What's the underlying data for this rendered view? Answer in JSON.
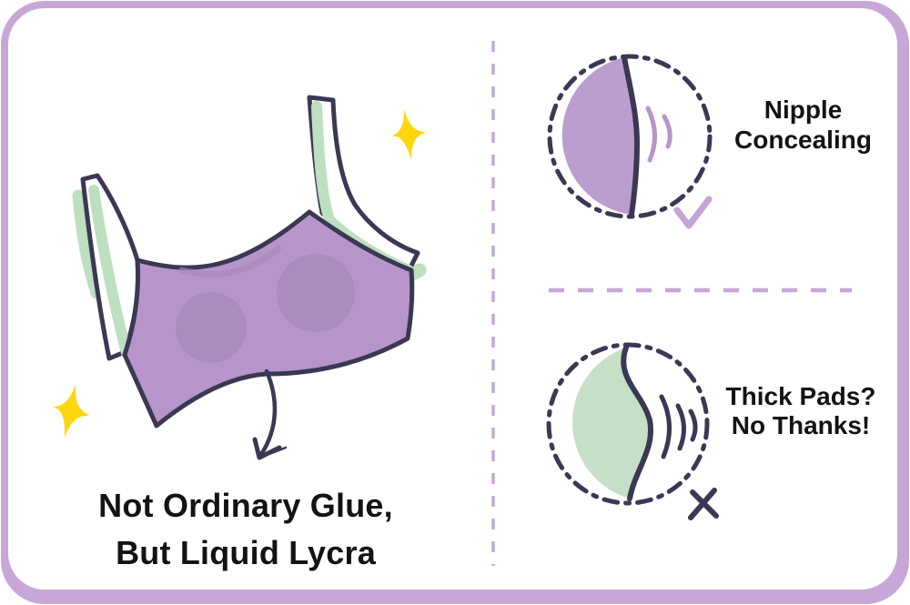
{
  "frame": {
    "border_color": "#c8a7d8",
    "background": "#ffffff"
  },
  "left_panel": {
    "caption": {
      "line1": "Not Ordinary Glue,",
      "line2": "But Liquid Lycra"
    },
    "illustration": {
      "name": "adhesive-bra-with-sparkles",
      "colors": {
        "body_purple": "#b795ca",
        "pad_purple": "#a689b9",
        "trim_green": "#bedfc0",
        "outline_navy": "#3a3853",
        "sparkle_yellow": "#ffd60e"
      }
    }
  },
  "right_panel": {
    "divider_color": "#c5a7d6",
    "top_feature": {
      "label_line1": "Nipple",
      "label_line2": "Concealing",
      "mark": "check",
      "mark_color": "#c3a4d5",
      "diagram_fill": "#ba9ed0",
      "diagram_outline": "#3a3853"
    },
    "bottom_feature": {
      "label_line1": "Thick Pads?",
      "label_line2": "No Thanks!",
      "mark": "cross",
      "mark_color": "#3a3853",
      "diagram_fill": "#c6e0c8",
      "diagram_outline": "#3a3853"
    }
  },
  "text_color": "#131313"
}
